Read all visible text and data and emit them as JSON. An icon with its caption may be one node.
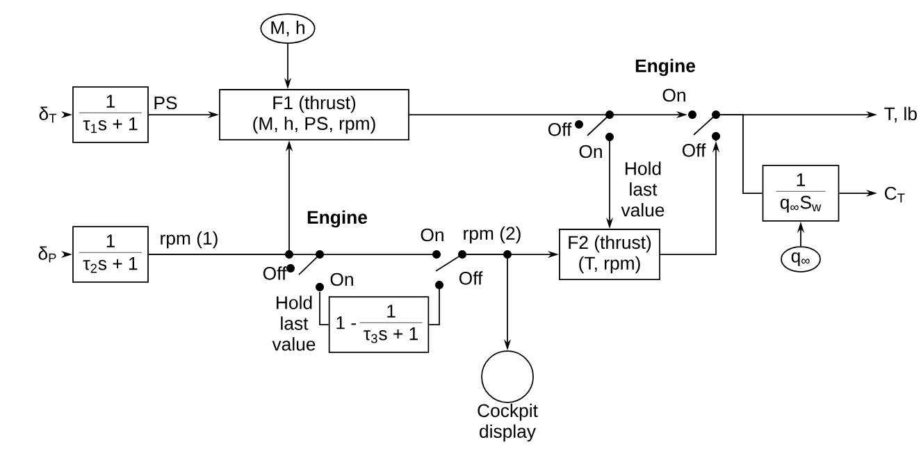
{
  "diagram": {
    "nodes": [
      {
        "text": [
          "δ$_{T}$"
        ]
      },
      {
        "text": [
          "1",
          "τ$_{1}$s + 1"
        ]
      },
      {
        "text": [
          "F1 (thrust)",
          "(M, h, PS, rpm)"
        ]
      },
      {
        "text": [
          "M, h"
        ]
      },
      {
        "text": [
          "δ$_{P}$"
        ]
      },
      {
        "text": [
          "1",
          "τ$_{2}$s + 1"
        ]
      },
      {
        "text": [
          "F2 (thrust)",
          "(T, rpm)"
        ]
      },
      {
        "text": [
          "1 -",
          "1",
          "τ$_{3}$s + 1"
        ]
      },
      {
        "text": [],
        "shape": "circle",
        "beside": [
          "Cockpit display"
        ]
      },
      {
        "text": [
          "1",
          "q$_{∞}$S$_{w}$"
        ]
      },
      {
        "text": [
          "q$_{∞}$"
        ]
      },
      {
        "text": [
          "T, lb"
        ]
      },
      {
        "text": [
          "C$_{T}$"
        ]
      },
      {
        "text": [],
        "shape": "switch"
      },
      {
        "text": [],
        "shape": "switch"
      },
      {
        "text": [],
        "shape": "switch"
      },
      {
        "text": [],
        "shape": "switch"
      }
    ],
    "edges": [
      {
        "from": 0,
        "to": 1,
        "arrow": "to"
      },
      {
        "from": 1,
        "to": 2,
        "arrow": "to",
        "label": "PS"
      },
      {
        "from": 3,
        "to": 2,
        "arrow": "to"
      },
      {
        "from": 4,
        "to": 5,
        "arrow": "to"
      },
      {
        "from": 5,
        "to": 2,
        "arrow": "to"
      },
      {
        "from": 5,
        "to": 13,
        "arrow": "none"
      },
      {
        "from": 13,
        "to": 14,
        "arrow": "none"
      },
      {
        "from": 13,
        "to": 7,
        "arrow": "none"
      },
      {
        "from": 7,
        "to": 14,
        "arrow": "none"
      },
      {
        "from": 14,
        "to": 6,
        "arrow": "to"
      },
      {
        "from": 14,
        "to": 8,
        "arrow": "to"
      },
      {
        "from": 2,
        "to": 15,
        "arrow": "none"
      },
      {
        "from": 15,
        "to": 16,
        "arrow": "to"
      },
      {
        "from": 15,
        "to": 6,
        "arrow": "to"
      },
      {
        "from": 6,
        "to": 16,
        "arrow": "to"
      },
      {
        "from": 16,
        "to": 11,
        "arrow": "to"
      },
      {
        "from": 16,
        "to": 9,
        "arrow": "none"
      },
      {
        "from": 9,
        "to": 12,
        "arrow": "to"
      },
      {
        "from": 10,
        "to": 9,
        "arrow": "to"
      }
    ],
    "labels": [
      "Engine",
      "On",
      "Off",
      "On",
      "Off",
      "Hold last value",
      "Engine",
      "rpm (1)",
      "On",
      "rpm (2)",
      "Off",
      "On",
      "Off",
      "Hold last value"
    ]
  }
}
